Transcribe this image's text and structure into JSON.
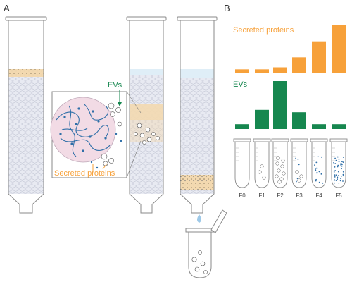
{
  "panels": {
    "a": "A",
    "b": "B"
  },
  "labels": {
    "evs_inset": "EVs",
    "secreted_inset": "Secreted proteins",
    "secreted_chart": "Secreted proteins",
    "evs_chart": "EVs"
  },
  "colors": {
    "secreted": "#f7a13a",
    "evs": "#16874f",
    "sample_band": "#f3d9b0",
    "resin_fill": "#e8eaf2",
    "resin_line": "#c4c8d6",
    "liquid": "#dfeef7",
    "outline": "#8a8a8a",
    "inset_circle": "#f2dbe5",
    "dot_blue": "#2f6fa8"
  },
  "chart_data": {
    "type": "bar",
    "categories": [
      "F0",
      "F1",
      "F2",
      "F3",
      "F4",
      "F5"
    ],
    "series": [
      {
        "name": "Secreted proteins",
        "values": [
          1,
          1,
          1.5,
          4,
          8,
          12
        ]
      },
      {
        "name": "EVs",
        "values": [
          1,
          4,
          10,
          3.5,
          1,
          1
        ]
      }
    ]
  },
  "tubes": {
    "fractions": [
      "F0",
      "F1",
      "F2",
      "F3",
      "F4",
      "F5"
    ],
    "content": [
      "empty",
      "few-vesicles",
      "many-vesicles",
      "some-vesicles",
      "few-proteins",
      "many-proteins"
    ]
  }
}
